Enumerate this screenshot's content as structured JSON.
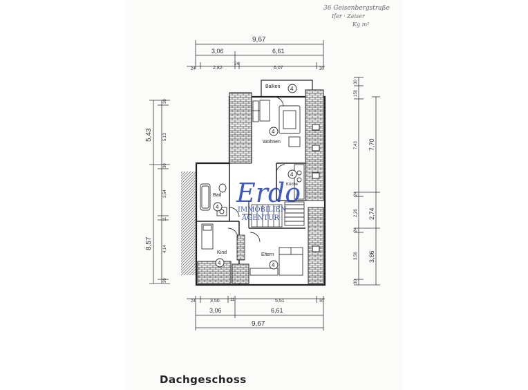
{
  "plan": {
    "title": "Dachgeschoss",
    "handwritten_note": "36 Geisenbergstraße",
    "handwritten_note2": "Ifer · Zeiser",
    "handwritten_note3": "Kg m²",
    "top_dims": {
      "total": "9,67",
      "left": "3,06",
      "right": "6,61",
      "sub1": "24",
      "sub2": "2,82",
      "sub3": "24",
      "sub4": "6,07",
      "sub5": "30"
    },
    "bottom_dims": {
      "total": "9,67",
      "left": "3,06",
      "right": "6,61",
      "sub1": "24",
      "sub2": "3,50",
      "sub3": "11",
      "sub4": "5,51",
      "sub5": "30"
    },
    "left_dims": {
      "total": "8,57",
      "upper": "5,43",
      "d1": "30",
      "d2": "5,13",
      "d3": "30",
      "d4": "3,54",
      "d5": "11",
      "d6": "4,14",
      "d7": "30"
    },
    "right_dims": {
      "r1": "30",
      "r2": "150",
      "r3": "7,43",
      "r4": "7,70",
      "r5": "24",
      "r6": "2,26",
      "r7": "2,74",
      "r8": "24",
      "r9": "3,56",
      "r10": "3,86",
      "r11": "30"
    },
    "rooms": [
      {
        "name": "Balkon",
        "num": "4"
      },
      {
        "name": "Wohnen",
        "num": "4"
      },
      {
        "name": "Küche",
        "num": "4"
      },
      {
        "name": "Bad",
        "num": "4"
      },
      {
        "name": "Kind",
        "num": "4"
      },
      {
        "name": "Eltern",
        "num": "4"
      }
    ],
    "watermark": {
      "script": "Erdo",
      "line1": "IMMOBILIEN",
      "line2": "AGENTUR",
      "color": "#1e3fb0"
    }
  }
}
